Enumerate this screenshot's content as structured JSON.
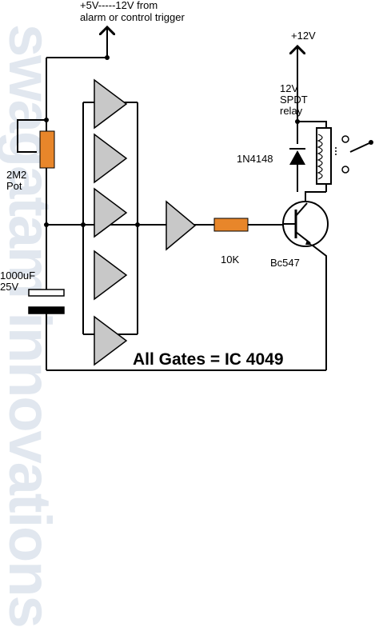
{
  "labels": {
    "supply_trigger_line1": "+5V-----12V from",
    "supply_trigger_line2": "alarm or control trigger",
    "supply_relay": "+12V",
    "relay_line1": "12V",
    "relay_line2": "SPDT",
    "relay_line3": "relay",
    "diode": "1N4148",
    "pot_line1": "2M2",
    "pot_line2": "Pot",
    "resistor": "10K",
    "transistor": "Bc547",
    "capacitor_line1": "1000uF",
    "capacitor_line2": "25V",
    "footer": "All Gates = IC 4049"
  },
  "watermark": "swagatam innovations",
  "colors": {
    "wire": "#000000",
    "gate_fill": "#c8c8c8",
    "resistor_fill": "#e8862a",
    "watermark": "#c9d4e2"
  }
}
